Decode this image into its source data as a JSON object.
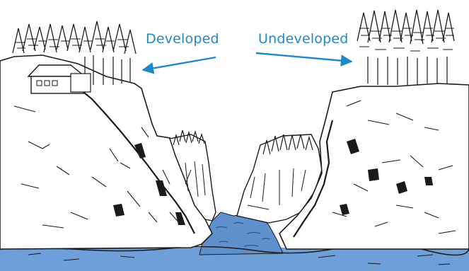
{
  "labels": {
    "developed": "Developed",
    "undeveloped": "Undeveloped"
  },
  "colors": {
    "label_text": "#1e88c8",
    "arrow": "#1e88c8",
    "water": "#6f9fd8",
    "water_dark": "#3e6fa8",
    "ink": "#1a1a1a"
  },
  "icons": {
    "house": "house-icon",
    "trees": "conifer-trees"
  }
}
